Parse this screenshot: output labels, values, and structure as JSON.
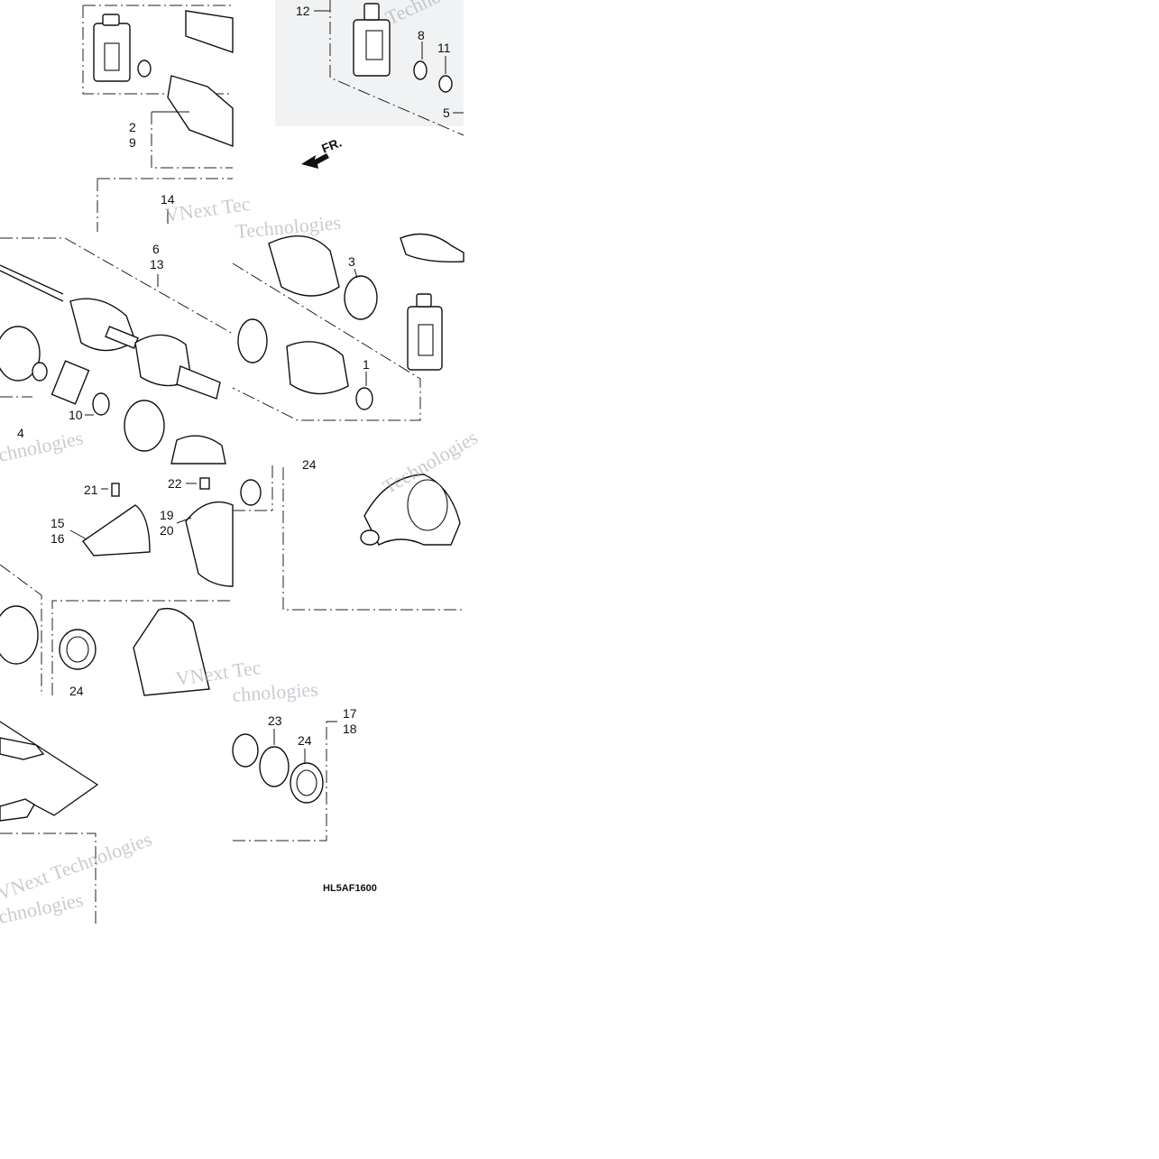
{
  "diagram": {
    "drawing_code": "HL5AF1600",
    "direction_label": "FR.",
    "watermark_texts": [
      "VNext Technologies",
      "VNext Tec",
      "Technologies",
      "chnologies"
    ],
    "callouts": {
      "c1": "1",
      "c2": "2",
      "c3": "3",
      "c4": "4",
      "c5": "5",
      "c6": "6",
      "c8": "8",
      "c9": "9",
      "c10": "10",
      "c11": "11",
      "c12": "12",
      "c13": "13",
      "c14": "14",
      "c15": "15",
      "c16": "16",
      "c17": "17",
      "c18": "18",
      "c19": "19",
      "c20": "20",
      "c21": "21",
      "c22": "22",
      "c23": "23",
      "c24a": "24",
      "c24b": "24",
      "c24c": "24"
    }
  }
}
